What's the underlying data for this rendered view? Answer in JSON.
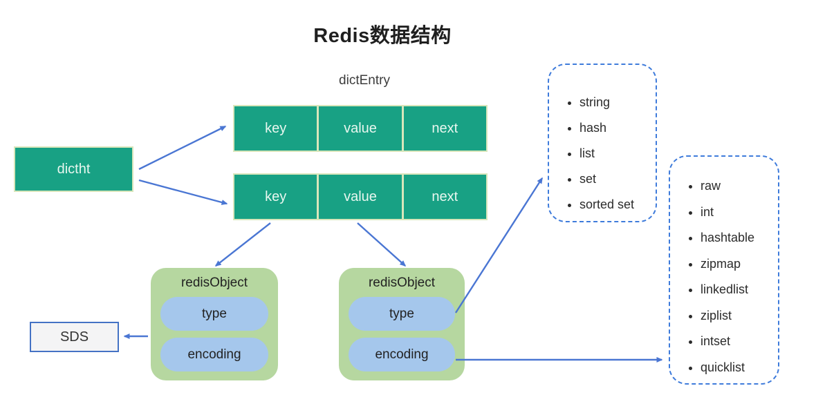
{
  "title": "Redis数据结构",
  "diagram": {
    "dict_entry_label": "dictEntry",
    "dictht_label": "dictht",
    "entry_rows": [
      {
        "cells": [
          "key",
          "value",
          "next"
        ]
      },
      {
        "cells": [
          "key",
          "value",
          "next"
        ]
      }
    ],
    "redis_objects": [
      {
        "label": "redisObject",
        "fields": [
          "type",
          "encoding"
        ]
      },
      {
        "label": "redisObject",
        "fields": [
          "type",
          "encoding"
        ]
      }
    ],
    "sds_label": "SDS",
    "type_options": [
      "string",
      "hash",
      "list",
      "set",
      "sorted set"
    ],
    "encoding_options": [
      "raw",
      "int",
      "hashtable",
      "zipmap",
      "linkedlist",
      "ziplist",
      "intset",
      "quicklist"
    ]
  },
  "colors": {
    "teal": "#18a184",
    "cell-border": "#d9e6bb",
    "cell-text": "#e8f7ef",
    "green-box": "#b6d7a0",
    "blue-pill": "#a5c7ec",
    "arrow": "#4a76d3",
    "dash": "#3e7bdb",
    "sds-bg": "#f4f4f5",
    "sds-border": "#4472c4"
  }
}
